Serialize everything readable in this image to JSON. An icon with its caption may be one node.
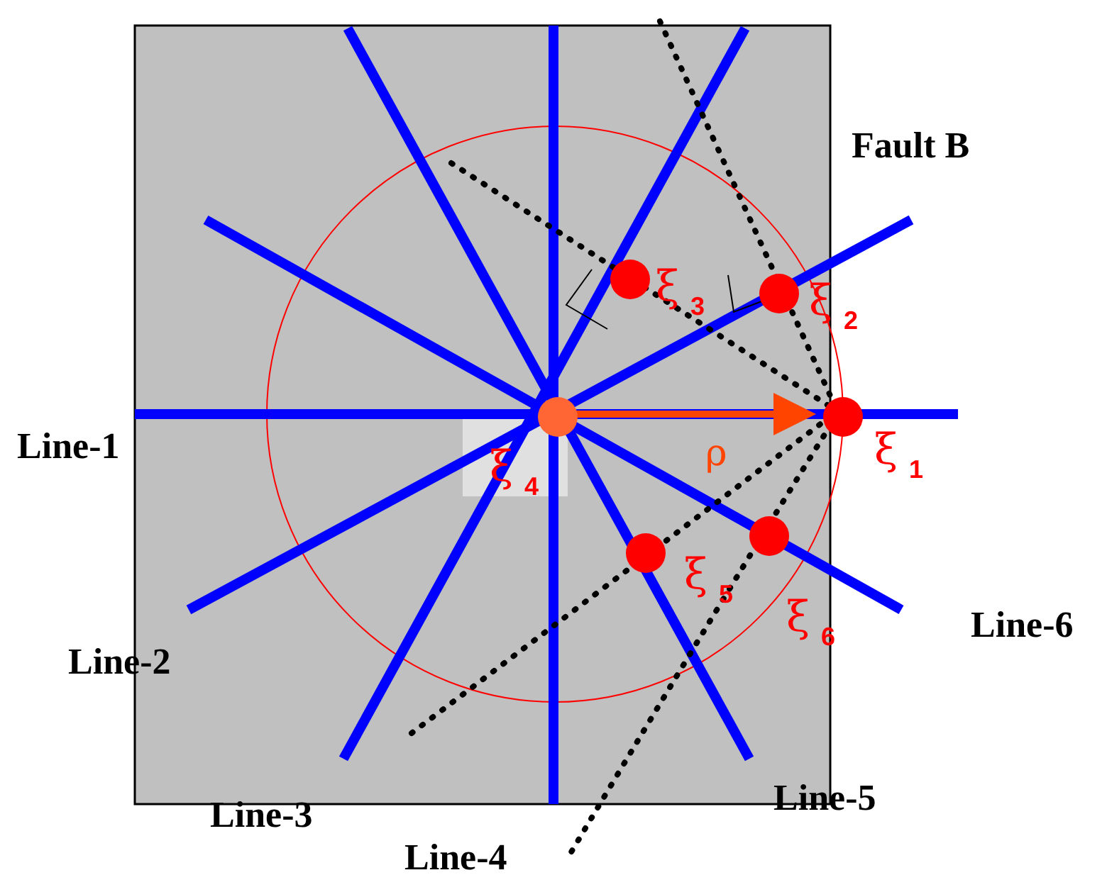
{
  "diagram": {
    "labels": [
      "Fault B",
      "ξ$_{3}$",
      "ξ$_{2}$",
      "Line-1",
      "ρ",
      "ξ$_{1}$",
      "ξ$_{4}$",
      "ξ$_{5}$",
      "ξ$_{6}$",
      "Line-2",
      "Line-6",
      "Line-3",
      "Line-5",
      "Line-4"
    ]
  }
}
